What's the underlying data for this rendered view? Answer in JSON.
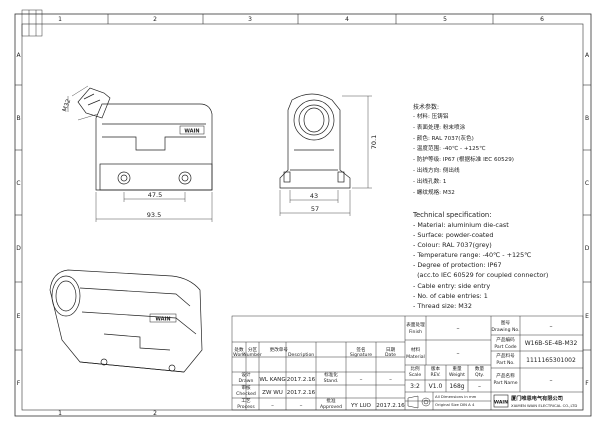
{
  "grid": {
    "columns": [
      "1",
      "2",
      "3",
      "4",
      "5",
      "6"
    ],
    "rows": [
      "A",
      "B",
      "C",
      "D",
      "E",
      "F"
    ]
  },
  "dimensions": {
    "d_m32": "M32",
    "d_47_5": "47.5",
    "d_93_5": "93.5",
    "d_43": "43",
    "d_57": "57",
    "d_70_1": "70.1"
  },
  "logo_text": "WAIN",
  "spec_cn": {
    "title": "技术参数:",
    "lines": [
      "- 材料: 压铸铝",
      "- 表面处理: 粉末喷涂",
      "- 颜色: RAL 7037(灰色)",
      "- 温度范围: -40℃ - +125℃",
      "- 防护等级: IP67 (根据标准 IEC 60529)",
      "- 出线方向: 侧出线",
      "- 出线孔数: 1",
      "- 螺纹规格: M32"
    ]
  },
  "spec_en": {
    "title": "Technical specification:",
    "lines": [
      "- Material: aluminium die-cast",
      "- Surface: powder-coated",
      "- Colour: RAL 7037(grey)",
      "- Temperature range: -40℃ - +125℃",
      "- Degree of protection: IP67",
      "  (acc.to IEC 60529 for coupled connector)",
      "- Cable entry: side entry",
      "- No. of cable entries: 1",
      "- Thread size: M32"
    ]
  },
  "title_block": {
    "finish_label_cn": "表面处理",
    "finish_label_en": "Finish",
    "finish_value": "–",
    "material_label_cn": "材料",
    "material_label_en": "Material",
    "material_value": "–",
    "drawing_no_label_cn": "图号",
    "drawing_no_label_en": "Drawing No.",
    "drawing_no_value": "–",
    "part_code_label_cn": "产品编码",
    "part_code_label_en": "Part Code",
    "part_code_value": "W16B-SE-4B-M32",
    "part_no_label_cn": "产品料号",
    "part_no_label_en": "Part No.",
    "part_no_value": "1111165301002",
    "part_name_label_cn": "产品名称",
    "part_name_label_en": "Part Name",
    "part_name_value": "–",
    "scale_label_cn": "比例",
    "scale_label_en": "Scale",
    "scale_value": "3:2",
    "rev_label_cn": "版本",
    "rev_label_en": "REV.",
    "rev_value": "V1.0",
    "weight_label_cn": "重量",
    "weight_label_en": "Weight",
    "weight_value": "168g",
    "qty_label_cn": "数量",
    "qty_label_en": "Qty.",
    "qty_value": "–",
    "dims_note_1": "All Dimensions in mm",
    "dims_note_2": "Original Size DIN A 4",
    "company_cn": "厦门唯恩电气有限公司",
    "company_en": "XIAMEN WAIN ELECTRICAL CO.,LTD",
    "rows": [
      {
        "label_cn": "处数",
        "label_en": "Work",
        "num_cn": "分区",
        "num_en": "Number",
        "desc_cn": "更改单号",
        "desc_en": "Description",
        "sig_cn": "签名",
        "sig_en": "Signature",
        "date_cn": "日期",
        "date_en": "Date"
      },
      {
        "label_cn": "设计",
        "label_en": "Drawn",
        "name": "WL KANG",
        "date": "2017.2.16",
        "role_cn": "标准化",
        "role_en": "Stand.",
        "role_name": "–",
        "role_date": "–"
      },
      {
        "label_cn": "审核",
        "label_en": "Checked",
        "name": "ZW  WU",
        "date": "2017.2.16",
        "role_cn": "",
        "role_en": "",
        "role_name": "",
        "role_date": ""
      },
      {
        "label_cn": "工艺",
        "label_en": "Process",
        "name": "–",
        "date": "–",
        "role_cn": "批准",
        "role_en": "Approved",
        "role_name": "YY  LUO",
        "role_date": "2017.2.16"
      }
    ]
  }
}
